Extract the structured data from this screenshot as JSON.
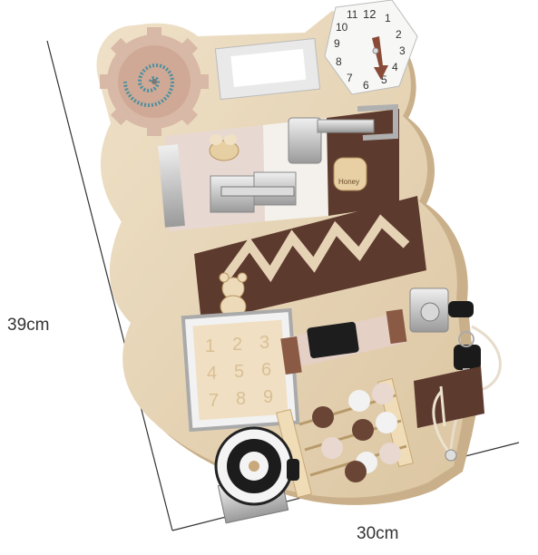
{
  "dimensions": {
    "height": "39cm",
    "width": "30cm"
  },
  "clock": {
    "numbers": [
      "12",
      "1",
      "2",
      "3",
      "4",
      "5",
      "6",
      "7",
      "8",
      "9",
      "10",
      "11"
    ]
  },
  "number_puzzle": {
    "digits": [
      "1",
      "2",
      "3",
      "4",
      "5",
      "6",
      "7",
      "8",
      "9"
    ]
  },
  "honey_label": "Honey",
  "colors": {
    "wood": "#e6d3b6",
    "wood_dark": "#cdb58f",
    "brown_panel": "#5d3a2e",
    "white_panel": "#f3f0ea",
    "metal": "#c9c9c9"
  }
}
